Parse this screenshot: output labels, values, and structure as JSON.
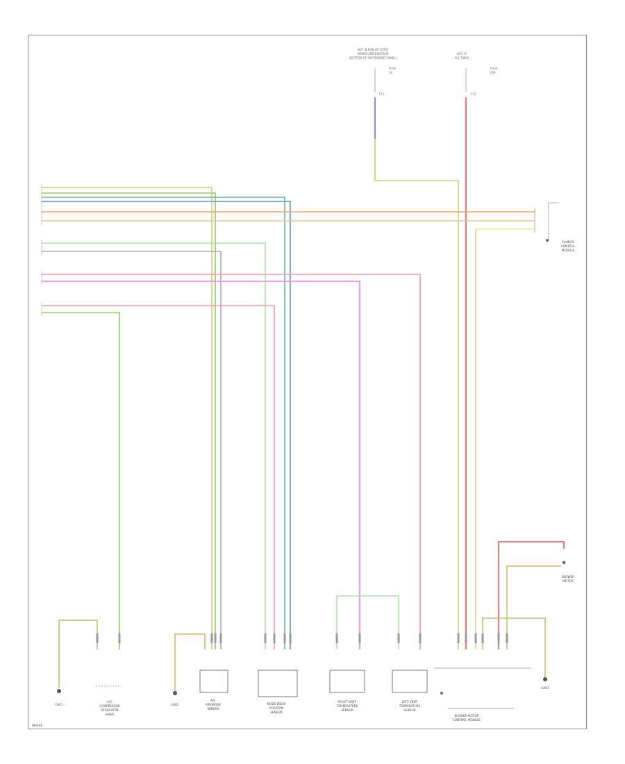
{
  "diagram": {
    "footer_code": "W0364",
    "fuses": {
      "left": {
        "title_lines": [
          "HOT IN RUN OR START",
          "POWER DISTRIBUTION",
          "(BOTTOM OF INSTRUMENT PANEL)"
        ],
        "fuse_label": "FUSE",
        "fuse_amp": "5A",
        "pin": "F11"
      },
      "right": {
        "title_lines": [
          "HOT AT",
          "ALL TIMES"
        ],
        "fuse_label": "FUSE",
        "fuse_amp": "20A",
        "pin": "F12"
      }
    },
    "wire_colors": {
      "green": "#8fd05a",
      "yellow_green": "#c7d46a",
      "teal": "#66b8a8",
      "blue": "#5a8fd6",
      "orange": "#f4a85e",
      "light_orange": "#f7c48a",
      "light_green": "#a8e6a0",
      "grey": "#a9a9a9",
      "pink": "#f39aa7",
      "magenta": "#f27ef2",
      "red": "#f25252",
      "violet_blue": "#6b6bff",
      "tan": "#d8b56a",
      "yellow": "#f2ee8e"
    },
    "components": {
      "left_actuator": {
        "lines": [
          "A/C",
          "COMPRESSOR",
          "REGULATOR",
          "VALVE"
        ]
      },
      "ambient_sensor": {
        "lines": [
          "A/C",
          "PRESSURE",
          "SENSOR"
        ]
      },
      "mode_servo": {
        "lines": [
          "MODE DOOR",
          "POSITION",
          "SENSOR"
        ]
      },
      "right_sensor_a": {
        "lines": [
          "RIGHT VENT",
          "TEMPERATURE",
          "SENSOR"
        ]
      },
      "right_sensor_b": {
        "lines": [
          "LEFT VENT",
          "TEMPERATURE",
          "SENSOR"
        ]
      },
      "blower_motor": {
        "lines": [
          "BLOWER MOTOR",
          "CONTROL MODULE"
        ]
      },
      "blower": {
        "lines": [
          "BLOWER",
          "MOTOR"
        ]
      },
      "climate_module": {
        "lines": [
          "CLIMATE",
          "CONTROL",
          "MODULE"
        ]
      }
    },
    "grounds": [
      "G401",
      "G402",
      "G403"
    ]
  }
}
